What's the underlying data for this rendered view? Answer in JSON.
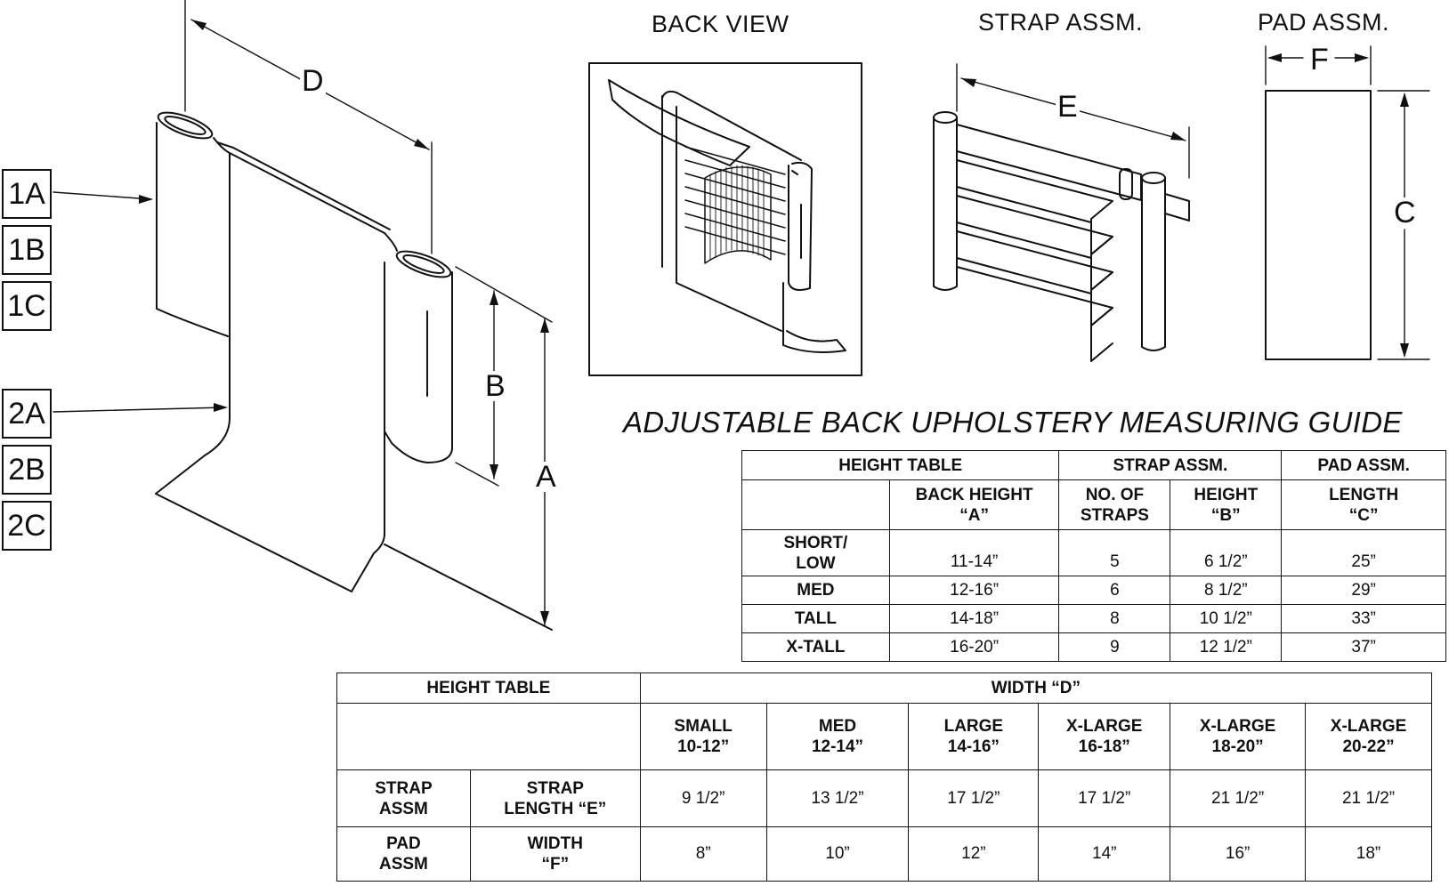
{
  "callouts": [
    "1A",
    "1B",
    "1C",
    "2A",
    "2B",
    "2C"
  ],
  "views": {
    "back_view": "BACK VIEW",
    "strap_assm": "STRAP ASSM.",
    "pad_assm": "PAD ASSM."
  },
  "dimensions": {
    "A": "A",
    "B": "B",
    "C": "C",
    "D": "D",
    "E": "E",
    "F": "F"
  },
  "guide_title": "ADJUSTABLE BACK UPHOLSTERY MEASURING GUIDE",
  "table1": {
    "group_height": "HEIGHT TABLE",
    "group_strap": "STRAP ASSM.",
    "group_pad": "PAD ASSM.",
    "col_back_height": [
      "BACK HEIGHT",
      "“A”"
    ],
    "col_no_straps": [
      "NO. OF",
      "STRAPS"
    ],
    "col_height_b": [
      "HEIGHT",
      "“B”"
    ],
    "col_length_c": [
      "LENGTH",
      "“C”"
    ],
    "rows": [
      {
        "size": [
          "SHORT/",
          "LOW"
        ],
        "back_height": "11-14”",
        "straps": "5",
        "height_b": "6 1/2”",
        "length_c": "25”"
      },
      {
        "size": [
          "MED"
        ],
        "back_height": "12-16”",
        "straps": "6",
        "height_b": "8 1/2”",
        "length_c": "29”"
      },
      {
        "size": [
          "TALL"
        ],
        "back_height": "14-18”",
        "straps": "8",
        "height_b": "10 1/2”",
        "length_c": "33”"
      },
      {
        "size": [
          "X-TALL"
        ],
        "back_height": "16-20”",
        "straps": "9",
        "height_b": "12 1/2”",
        "length_c": "37”"
      }
    ]
  },
  "table2": {
    "group_height": "HEIGHT TABLE",
    "group_width": "WIDTH “D”",
    "widths": [
      [
        "SMALL",
        "10-12”"
      ],
      [
        "MED",
        "12-14”"
      ],
      [
        "LARGE",
        "14-16”"
      ],
      [
        "X-LARGE",
        "16-18”"
      ],
      [
        "X-LARGE",
        "18-20”"
      ],
      [
        "X-LARGE",
        "20-22”"
      ]
    ],
    "rows": [
      {
        "group": [
          "STRAP",
          "ASSM"
        ],
        "label": [
          "STRAP",
          "LENGTH “E”"
        ],
        "values": [
          "9 1/2”",
          "13 1/2”",
          "17 1/2”",
          "17 1/2”",
          "21 1/2”",
          "21 1/2”"
        ]
      },
      {
        "group": [
          "PAD",
          "ASSM"
        ],
        "label": [
          "WIDTH",
          "“F”"
        ],
        "values": [
          "8”",
          "10”",
          "12”",
          "14”",
          "16”",
          "18”"
        ]
      }
    ]
  }
}
